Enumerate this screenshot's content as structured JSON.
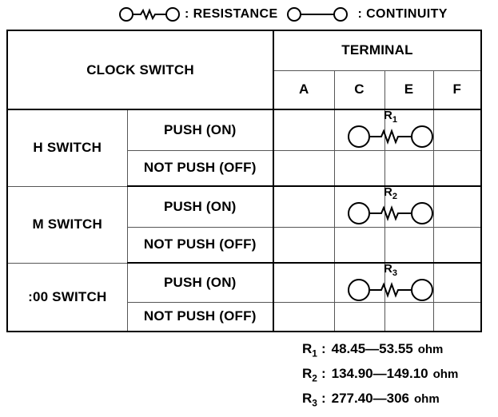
{
  "legend": {
    "resistance_label": ": RESISTANCE",
    "continuity_label": ": CONTINUITY"
  },
  "table": {
    "clock_switch_header": "CLOCK SWITCH",
    "terminal_header": "TERMINAL",
    "terminals": [
      "A",
      "C",
      "E",
      "F"
    ],
    "groups": [
      {
        "name": "H SWITCH",
        "on_label": "PUSH (ON)",
        "off_label": "NOT PUSH (OFF)",
        "symbol": {
          "r": "R",
          "sub": "1",
          "type": "resistance",
          "from_terminal": "C",
          "to_terminal": "E"
        }
      },
      {
        "name": "M SWITCH",
        "on_label": "PUSH (ON)",
        "off_label": "NOT PUSH (OFF)",
        "symbol": {
          "r": "R",
          "sub": "2",
          "type": "resistance",
          "from_terminal": "C",
          "to_terminal": "E"
        }
      },
      {
        "name": ":00 SWITCH",
        "on_label": "PUSH (ON)",
        "off_label": "NOT PUSH (OFF)",
        "symbol": {
          "r": "R",
          "sub": "3",
          "type": "resistance",
          "from_terminal": "C",
          "to_terminal": "E"
        }
      }
    ]
  },
  "footer": {
    "separator": ":",
    "notes": [
      {
        "r": "R",
        "sub": "1",
        "value": "48.45—53.55",
        "unit": "ohm"
      },
      {
        "r": "R",
        "sub": "2",
        "value": "134.90—149.10",
        "unit": "ohm"
      },
      {
        "r": "R",
        "sub": "3",
        "value": "277.40—306",
        "unit": "ohm"
      }
    ]
  },
  "colors": {
    "text": "#000000",
    "background": "#ffffff",
    "thick_line": "#000000",
    "thin_line": "#565656"
  }
}
